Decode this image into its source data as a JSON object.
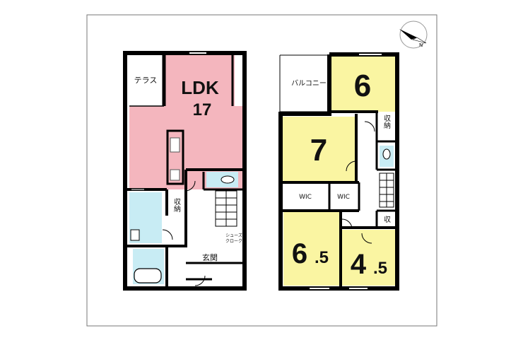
{
  "compass": {
    "label": "N"
  },
  "floor1": {
    "ldk_name": "LDK",
    "ldk_size": "17",
    "terrace": "テラス",
    "storage": "収納",
    "entrance": "玄関",
    "shoes_cloak_line1": "シューズ",
    "shoes_cloak_line2": "クローク"
  },
  "floor2": {
    "balcony": "バルコニー",
    "room_top_right": "6",
    "room_left": "7",
    "wic_left": "WIC",
    "wic_right": "WIC",
    "storage_top": "収納",
    "storage_mid": "収",
    "room_bottom_left_main": "6",
    "room_bottom_left_frac": ".5",
    "room_bottom_right_main": "4",
    "room_bottom_right_frac": ".5"
  },
  "colors": {
    "ldk": "#f4b6be",
    "bedroom": "#faf5a2",
    "water": "#c8ecf4",
    "wall": "#000000"
  }
}
